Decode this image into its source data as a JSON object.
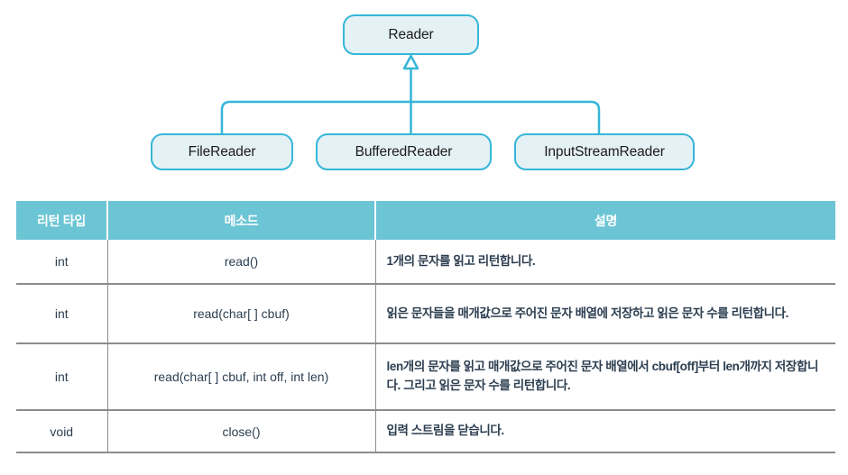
{
  "diagram": {
    "type": "uml-class-hierarchy",
    "parent": {
      "label": "Reader"
    },
    "children": [
      {
        "label": "FileReader"
      },
      {
        "label": "BufferedReader"
      },
      {
        "label": "InputStreamReader"
      }
    ],
    "colors": {
      "box_fill": "#e4f1f5",
      "box_border": "#35b6d8",
      "connector": "#35b6d8",
      "label_text": "#1b1b1b"
    },
    "arrow_kind": "generalization-hollow-triangle"
  },
  "table": {
    "headers": {
      "return_type": "리턴 타입",
      "method": "메소드",
      "description": "설명"
    },
    "rows": [
      {
        "return_type": "int",
        "method": "read()",
        "description": "1개의 문자를 읽고 리턴합니다."
      },
      {
        "return_type": "int",
        "method": "read(char[ ] cbuf)",
        "description": "읽은 문자들을 매개값으로 주어진 문자 배열에 저장하고 읽은 문자 수를 리턴합니다."
      },
      {
        "return_type": "int",
        "method": "read(char[ ] cbuf, int off, int len)",
        "description": "len개의 문자를 읽고 매개값으로 주어진 문자 배열에서 cbuf[off]부터 len개까지 저장합니다. 그리고 읽은 문자 수를 리턴합니다."
      },
      {
        "return_type": "void",
        "method": "close()",
        "description": "입력 스트림을 닫습니다."
      }
    ],
    "colors": {
      "header_bg": "#6cc5d4",
      "header_text": "#ffffff",
      "body_text": "#2c3e50",
      "border": "#8c8c8c"
    }
  }
}
